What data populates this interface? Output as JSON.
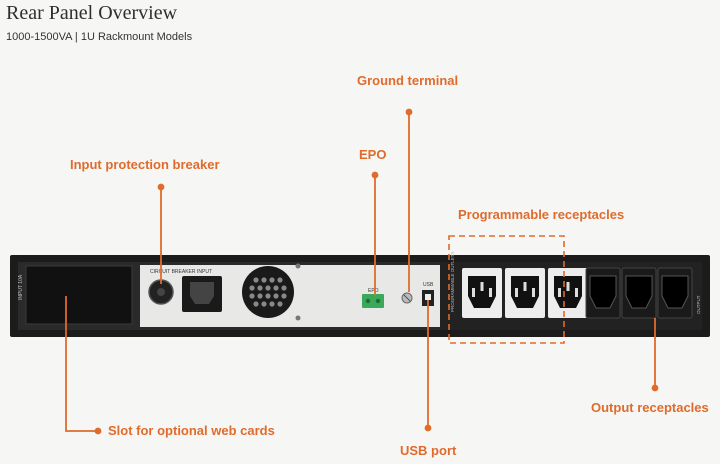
{
  "header": {
    "title": "Rear Panel Overview",
    "subtitle": "1000-1500VA | 1U Rackmount Models"
  },
  "colors": {
    "accent": "#e06b2c",
    "panel_frame": "#1c1c1c",
    "panel_face": "#e8e8e6",
    "epo_connector": "#3aaa5a"
  },
  "panel": {
    "breaker_text": "CIRCUIT BREAKER",
    "input_text": "INPUT",
    "epo_text": "EPO",
    "usb_text": "USB",
    "side_text": "INPUT 10A",
    "outlet_group_text": "PROGRAMMABLE OUTLETS",
    "output_text": "OUTPUT"
  },
  "callouts": {
    "ground": "Ground terminal",
    "epo": "EPO",
    "breaker": "Input protection breaker",
    "programmable": "Programmable receptacles",
    "webcard": "Slot for optional web cards",
    "usb": "USB port",
    "output": "Output receptacles"
  }
}
